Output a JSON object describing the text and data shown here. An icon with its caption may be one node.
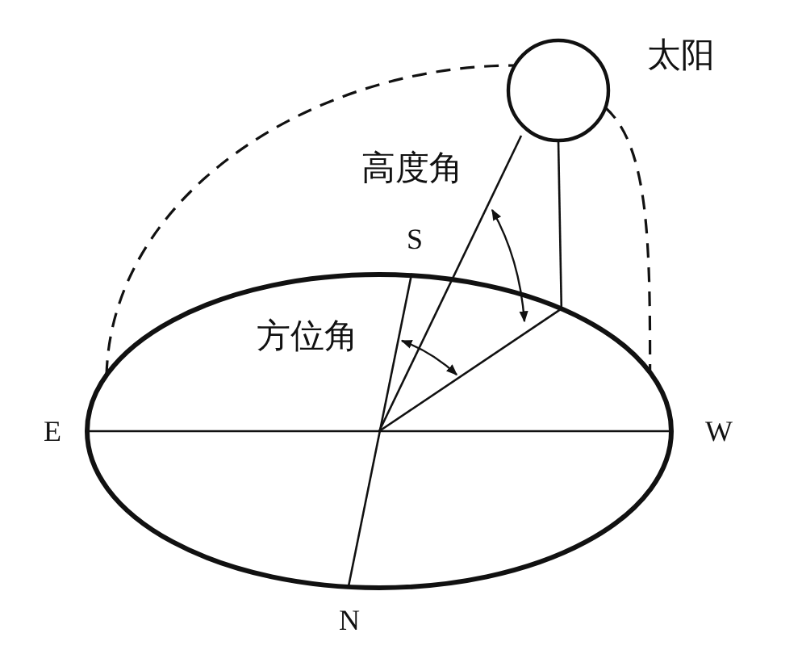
{
  "diagram": {
    "nodes": [
      {
        "text": [],
        "shape": "circle",
        "beside": [
          "太阳"
        ]
      },
      {
        "text": [],
        "shape": "ellipse"
      }
    ],
    "edges": [
      {
        "from": 1,
        "to": 0,
        "arrow": "none",
        "style": "dashed"
      },
      {
        "from": 0,
        "to": 1,
        "arrow": "none",
        "style": "dashed"
      },
      {
        "from": 0,
        "to": 1,
        "arrow": "none"
      }
    ],
    "labels": [
      "高度角",
      "S",
      "方位角",
      "E",
      "W",
      "N"
    ]
  }
}
